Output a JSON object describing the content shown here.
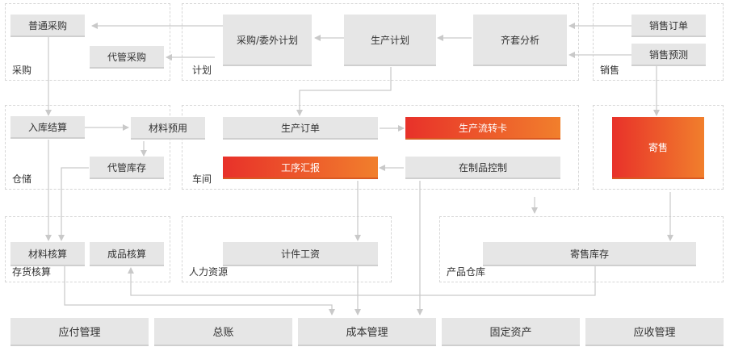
{
  "groups": {
    "procurement": "采购",
    "plan": "计划",
    "sales": "销售",
    "warehouse": "仓储",
    "workshop": "车间",
    "inventory_accounting": "存货核算",
    "hr": "人力资源",
    "product_warehouse": "产品仓库"
  },
  "nodes": {
    "general_purchase": "普通采购",
    "managed_purchase": "代管采购",
    "purchase_outsource_plan": "采购/委外计划",
    "production_plan": "生产计划",
    "kit_analysis": "齐套分析",
    "sales_order": "销售订单",
    "sales_forecast": "销售预测",
    "inbound_settlement": "入库结算",
    "material_reservation": "材料预用",
    "managed_inventory": "代管库存",
    "production_order": "生产订单",
    "production_flow_card": "生产流转卡",
    "process_report": "工序汇报",
    "wip_control": "在制品控制",
    "consignment_sales": "寄售",
    "material_accounting": "材料核算",
    "finished_goods_accounting": "成品核算",
    "piecework_wage": "计件工资",
    "consignment_inventory": "寄售库存"
  },
  "bottom": {
    "payables": "应付管理",
    "general_ledger": "总账",
    "cost_management": "成本管理",
    "fixed_assets": "固定资产",
    "receivables": "应收管理"
  },
  "colors": {
    "node_bg": "#e6e6e6",
    "accent_start": "#e8312a",
    "accent_end": "#f17f2c",
    "line": "#c9c9c9"
  }
}
